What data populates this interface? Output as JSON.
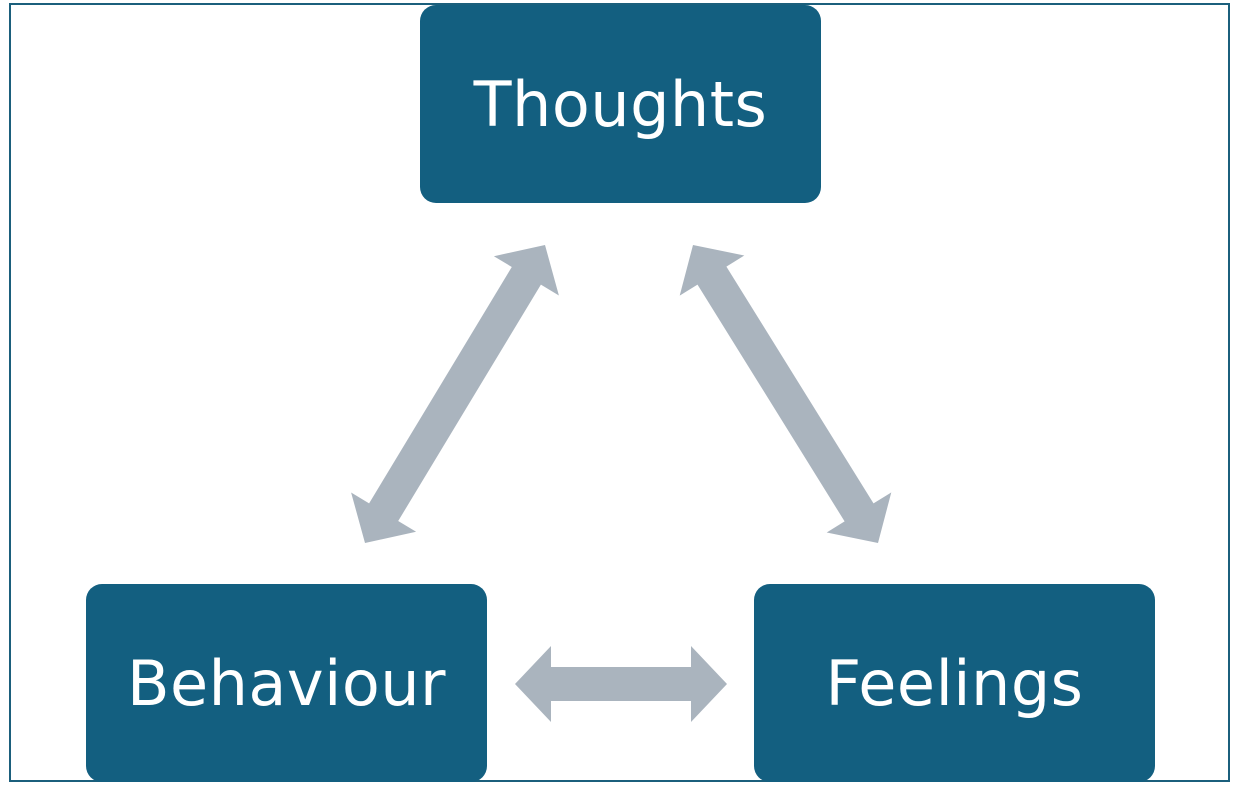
{
  "diagram": {
    "nodes": [
      {
        "id": "thoughts",
        "label": "Thoughts"
      },
      {
        "id": "behaviour",
        "label": "Behaviour"
      },
      {
        "id": "feelings",
        "label": "Feelings"
      }
    ],
    "edges": [
      {
        "from": "thoughts",
        "to": "behaviour",
        "direction": "bidirectional"
      },
      {
        "from": "thoughts",
        "to": "feelings",
        "direction": "bidirectional"
      },
      {
        "from": "behaviour",
        "to": "feelings",
        "direction": "bidirectional"
      }
    ],
    "colors": {
      "node_fill": "#135f80",
      "node_text": "#ffffff",
      "arrow_fill": "#aab4be",
      "frame_border": "#1b5f7c"
    }
  }
}
